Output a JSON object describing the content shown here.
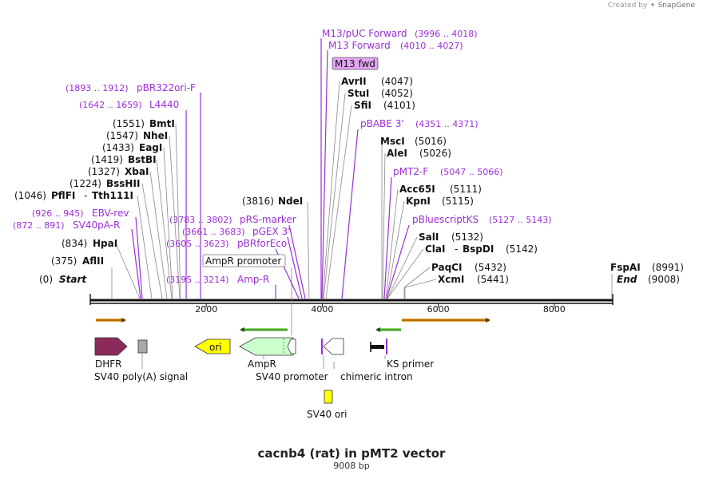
{
  "credit": {
    "prefix": "Created by",
    "brand": "SnapGene"
  },
  "title": "cacnb4 (rat) in pMT2 vector",
  "subtitle": "9008 bp",
  "sequence_length": 9008,
  "axis": {
    "ticks": [
      2000,
      4000,
      6000,
      8000
    ]
  },
  "colors": {
    "primer": "#9b2fd6",
    "enzyme": "#111111",
    "dhfr": "#8b2a5b",
    "ori": "#ffff00",
    "ampr": "#ccffcc",
    "origin_arrow": "#f5a623",
    "green_arrow": "#228b22"
  },
  "enzymes": [
    {
      "name": "Start",
      "pos": 0,
      "pos_label": "(0)",
      "italic": true
    },
    {
      "name": "AflII",
      "pos": 375,
      "pos_label": "(375)"
    },
    {
      "name": "HpaI",
      "pos": 834,
      "pos_label": "(834)"
    },
    {
      "name": "PflFI",
      "name2": "Tth111I",
      "pos": 1046,
      "pos_label": "(1046)"
    },
    {
      "name": "BssHII",
      "pos": 1224,
      "pos_label": "(1224)"
    },
    {
      "name": "XbaI",
      "pos": 1327,
      "pos_label": "(1327)"
    },
    {
      "name": "BstBI",
      "pos": 1419,
      "pos_label": "(1419)"
    },
    {
      "name": "EagI",
      "pos": 1433,
      "pos_label": "(1433)"
    },
    {
      "name": "NheI",
      "pos": 1547,
      "pos_label": "(1547)"
    },
    {
      "name": "BmtI",
      "pos": 1551,
      "pos_label": "(1551)"
    },
    {
      "name": "NdeI",
      "pos": 3816,
      "pos_label": "(3816)"
    },
    {
      "name": "AvrII",
      "pos": 4047,
      "pos_label": "(4047)"
    },
    {
      "name": "StuI",
      "pos": 4052,
      "pos_label": "(4052)"
    },
    {
      "name": "SfiI",
      "pos": 4101,
      "pos_label": "(4101)"
    },
    {
      "name": "MscI",
      "pos": 5016,
      "pos_label": "(5016)"
    },
    {
      "name": "AleI",
      "pos": 5026,
      "pos_label": "(5026)"
    },
    {
      "name": "Acc65I",
      "pos": 5111,
      "pos_label": "(5111)"
    },
    {
      "name": "KpnI",
      "pos": 5115,
      "pos_label": "(5115)"
    },
    {
      "name": "SalI",
      "pos": 5132,
      "pos_label": "(5132)"
    },
    {
      "name": "ClaI",
      "name2": "BspDI",
      "pos": 5142,
      "pos_label": "(5142)"
    },
    {
      "name": "PaqCI",
      "pos": 5432,
      "pos_label": "(5432)"
    },
    {
      "name": "XcmI",
      "pos": 5441,
      "pos_label": "(5441)"
    },
    {
      "name": "FspAI",
      "pos": 8991,
      "pos_label": "(8991)"
    },
    {
      "name": "End",
      "pos": 9008,
      "pos_label": "(9008)",
      "italic": true
    }
  ],
  "primers": [
    {
      "name": "pBR322ori-F",
      "range": "(1893 .. 1912)",
      "pos": 1893
    },
    {
      "name": "L4440",
      "range": "(1642 .. 1659)",
      "pos": 1642
    },
    {
      "name": "EBV-rev",
      "range": "(926 .. 945)",
      "pos": 926
    },
    {
      "name": "SV40pA-R",
      "range": "(872 .. 891)",
      "pos": 872
    },
    {
      "name": "pRS-marker",
      "range": "(3783 .. 3802)",
      "pos": 3783
    },
    {
      "name": "pGEX 3'",
      "range": "(3661 .. 3683)",
      "pos": 3661
    },
    {
      "name": "pBRforEco",
      "range": "(3605 .. 3623)",
      "pos": 3605
    },
    {
      "name": "Amp-R",
      "range": "(3195 .. 3214)",
      "pos": 3195
    },
    {
      "name": "M13/pUC Forward",
      "range": "(3996 .. 4018)",
      "pos": 3996
    },
    {
      "name": "M13 Forward",
      "range": "(4010 .. 4027)",
      "pos": 4010
    },
    {
      "name": "pBABE 3'",
      "range": "(4351 .. 4371)",
      "pos": 4351
    },
    {
      "name": "pMT2-F",
      "range": "(5047 .. 5066)",
      "pos": 5047
    },
    {
      "name": "pBluescriptKS",
      "range": "(5127 .. 5143)",
      "pos": 5127
    }
  ],
  "boxed_labels": {
    "m13_fwd": "M13 fwd",
    "ampr_promoter": "AmpR promoter"
  },
  "features": {
    "dhfr": "DHFR",
    "sv40_polya": "SV40 poly(A) signal",
    "ori": "ori",
    "ampr": "AmpR",
    "sv40_promoter": "SV40 promoter",
    "chimeric_intron": "chimeric intron",
    "ks_primer": "KS primer",
    "sv40_ori": "SV40 ori"
  }
}
